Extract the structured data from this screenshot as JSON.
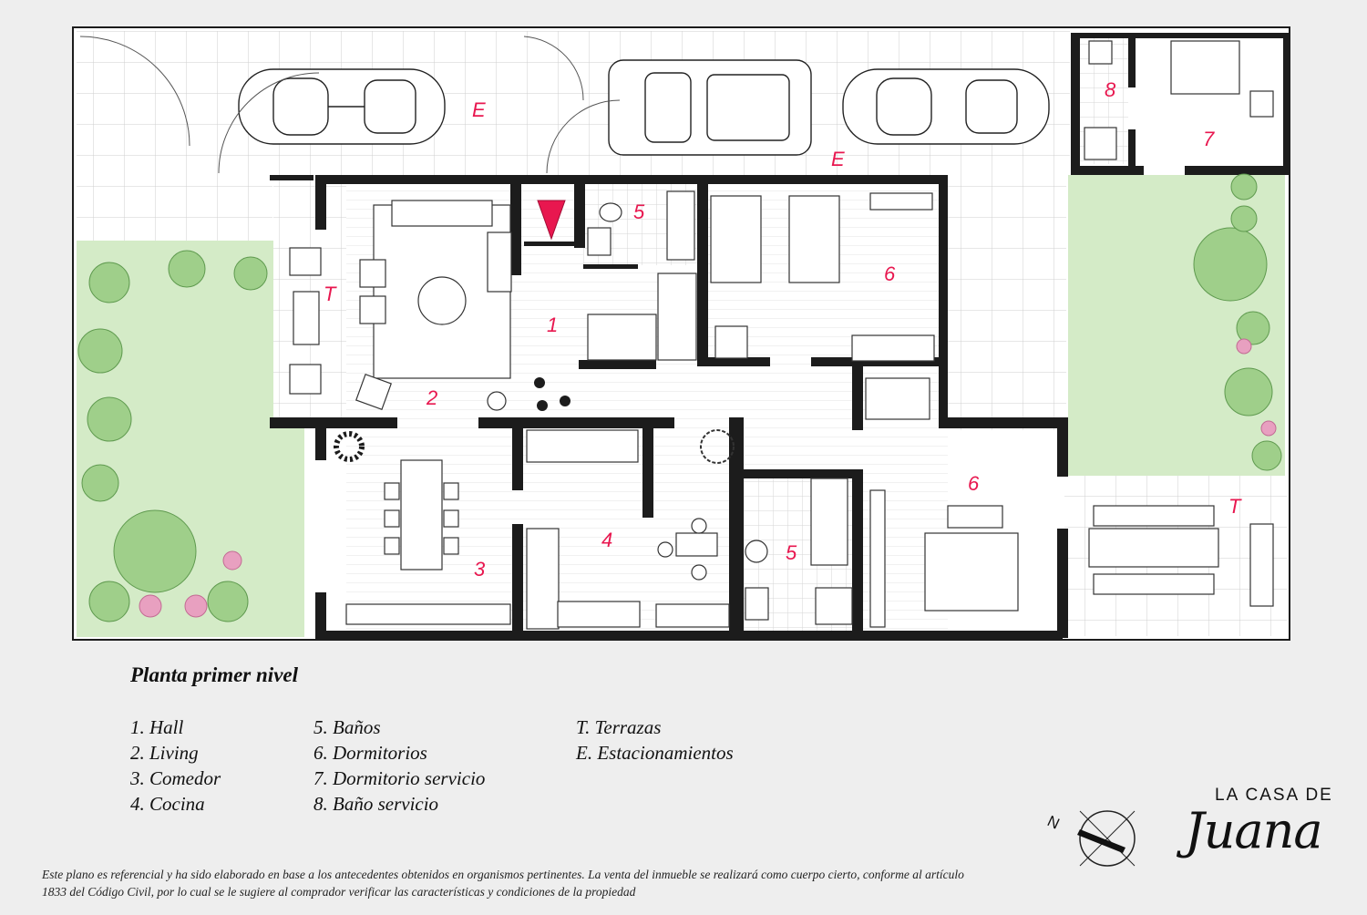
{
  "plan": {
    "room_labels": {
      "hall": "1",
      "living": "2",
      "comedor": "3",
      "cocina": "4",
      "bano_a": "5",
      "bano_b": "5",
      "dormitorio_a": "6",
      "dormitorio_b": "6",
      "dormitorio_servicio": "7",
      "bano_servicio": "8",
      "terraza_a": "T",
      "terraza_b": "T",
      "estacionamiento_a": "E",
      "estacionamiento_b": "E"
    },
    "colors": {
      "wall": "#1c1c1c",
      "lawn": "#d4ebc7",
      "floor": "#ffffff",
      "label": "#e8174f",
      "arrow": "#e8174f"
    }
  },
  "title": "Planta primer nivel",
  "legend": {
    "col1": [
      "1.  Hall",
      "2.  Living",
      "3.  Comedor",
      "4.  Cocina"
    ],
    "col2": [
      "5.  Baños",
      "6.  Dormitorios",
      "7. Dormitorio servicio",
      "8. Baño servicio"
    ],
    "col3": [
      "T. Terrazas",
      "E. Estacionamientos"
    ]
  },
  "compass": {
    "label": "N"
  },
  "brand": {
    "top": "LA CASA DE",
    "script": "Juana"
  },
  "disclaimer": "Este plano es referencial y ha sido elaborado en base a los antecedentes obtenidos en organismos pertinentes.  La venta del inmueble se realizará como cuerpo cierto, conforme al artículo 1833 del Código Civil, por lo cual se le sugiere al comprador verificar las características y condiciones de la propiedad"
}
